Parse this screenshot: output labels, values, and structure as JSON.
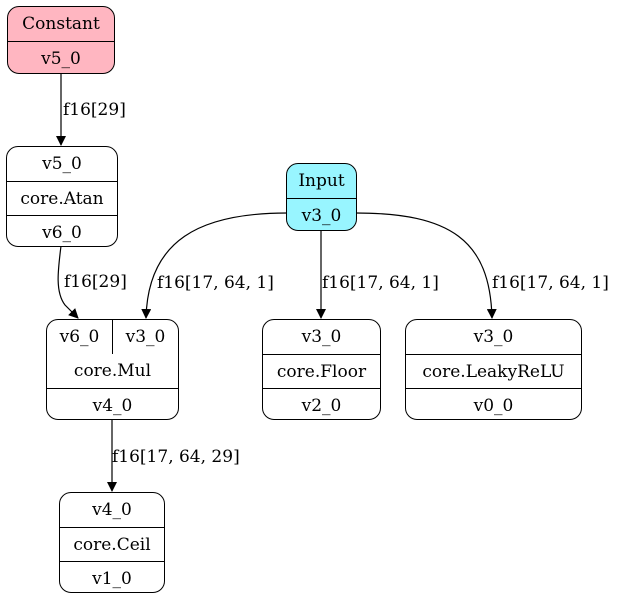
{
  "nodes": {
    "constant": {
      "title": "Constant",
      "output": "v5_0",
      "fill": "#ffb6c1"
    },
    "input": {
      "title": "Input",
      "output": "v3_0",
      "fill": "#98f5ff"
    },
    "atan": {
      "input": "v5_0",
      "op": "core.Atan",
      "output": "v6_0"
    },
    "mul": {
      "input_a": "v6_0",
      "input_b": "v3_0",
      "op": "core.Mul",
      "output": "v4_0"
    },
    "floor": {
      "input": "v3_0",
      "op": "core.Floor",
      "output": "v2_0"
    },
    "leakyrelu": {
      "input": "v3_0",
      "op": "core.LeakyReLU",
      "output": "v0_0"
    },
    "ceil": {
      "input": "v4_0",
      "op": "core.Ceil",
      "output": "v1_0"
    }
  },
  "edges": {
    "constant_to_atan": "f16[29]",
    "atan_to_mul": "f16[29]",
    "input_to_mul": "f16[17, 64, 1]",
    "input_to_floor": "f16[17, 64, 1]",
    "input_to_leakyrelu": "f16[17, 64, 1]",
    "mul_to_ceil": "f16[17, 64, 29]"
  }
}
